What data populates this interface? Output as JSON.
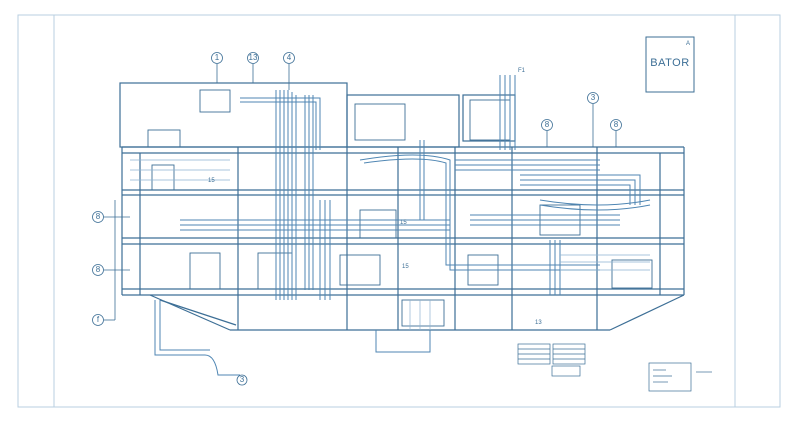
{
  "title_block": {
    "title": "BATOR",
    "sheet_mark": "A"
  },
  "callouts_top": [
    "1",
    "13",
    "4"
  ],
  "callouts_right": [
    "3",
    "8",
    "8"
  ],
  "callouts_left": [
    "8",
    "8",
    "f"
  ],
  "bottom_callout": "3",
  "interior_labels": {
    "label_a": "15",
    "label_b": "15",
    "label_c": "15",
    "label_d": "13",
    "label_e": "F1"
  },
  "colors": {
    "line": "#3d6f96",
    "pipe": "#4f86b3",
    "light": "#8fb4d2",
    "background": "#ffffff",
    "border": "#b9cfe0"
  }
}
